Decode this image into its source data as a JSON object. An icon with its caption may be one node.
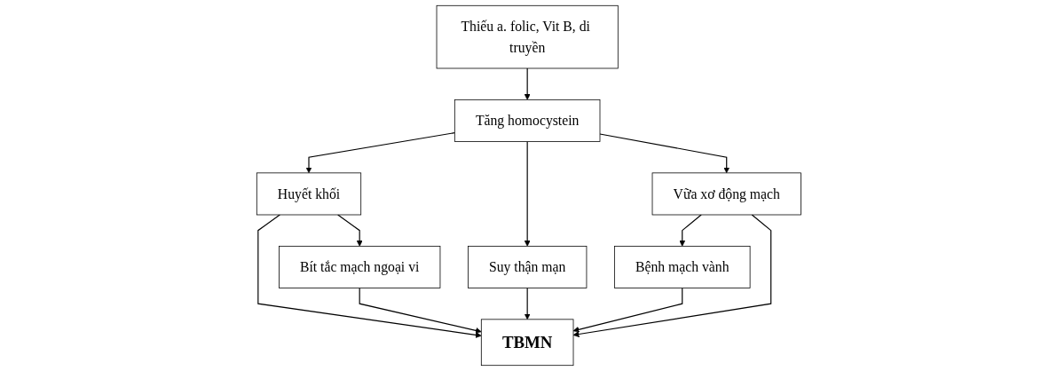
{
  "diagram": {
    "nodes": [
      {
        "text": [
          "Thiếu a. folic, Vit B, di truyền"
        ]
      },
      {
        "text": [
          "Huyết khối"
        ]
      },
      {
        "text": [
          "Tăng homocystein"
        ]
      },
      {
        "text": [
          "Vữa xơ động mạch"
        ]
      },
      {
        "text": [
          "Bít tắc mạch ngoại vi"
        ]
      },
      {
        "text": [
          "Suy thận mạn"
        ]
      },
      {
        "text": [
          "Bệnh mạch vành"
        ]
      },
      {
        "text": [
          "TBMN"
        ]
      }
    ],
    "edges": [
      {
        "from": 0,
        "to": 2,
        "arrow": "to"
      },
      {
        "from": 2,
        "to": 1,
        "arrow": "to"
      },
      {
        "from": 2,
        "to": 3,
        "arrow": "to"
      },
      {
        "from": 1,
        "to": 4,
        "arrow": "to"
      },
      {
        "from": 2,
        "to": 5,
        "arrow": "to"
      },
      {
        "from": 3,
        "to": 6,
        "arrow": "to"
      },
      {
        "from": 1,
        "to": 7,
        "arrow": "to"
      },
      {
        "from": 4,
        "to": 7,
        "arrow": "to"
      },
      {
        "from": 5,
        "to": 7,
        "arrow": "to"
      },
      {
        "from": 6,
        "to": 7,
        "arrow": "to"
      },
      {
        "from": 3,
        "to": 7,
        "arrow": "to"
      }
    ]
  }
}
